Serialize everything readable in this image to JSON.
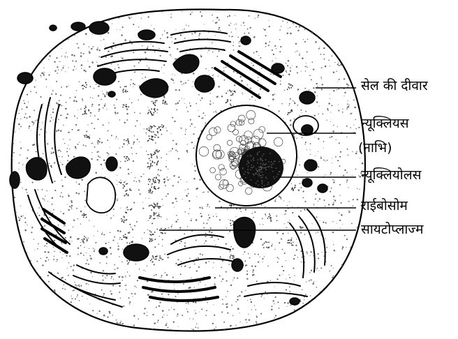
{
  "labels": {
    "cell_wall": "सेल की दीवार",
    "nucleus": "न्यूक्लियस",
    "nucleus_alt": "(नाभि)",
    "nucleolus": "न्यूक्लियोलस",
    "ribosome": "राईबोसोम",
    "cytoplasm": "सायटोप्लाज्म"
  },
  "colors": {
    "ink": "#000000",
    "paper": "#ffffff",
    "stipple": "#6a6a6a"
  }
}
